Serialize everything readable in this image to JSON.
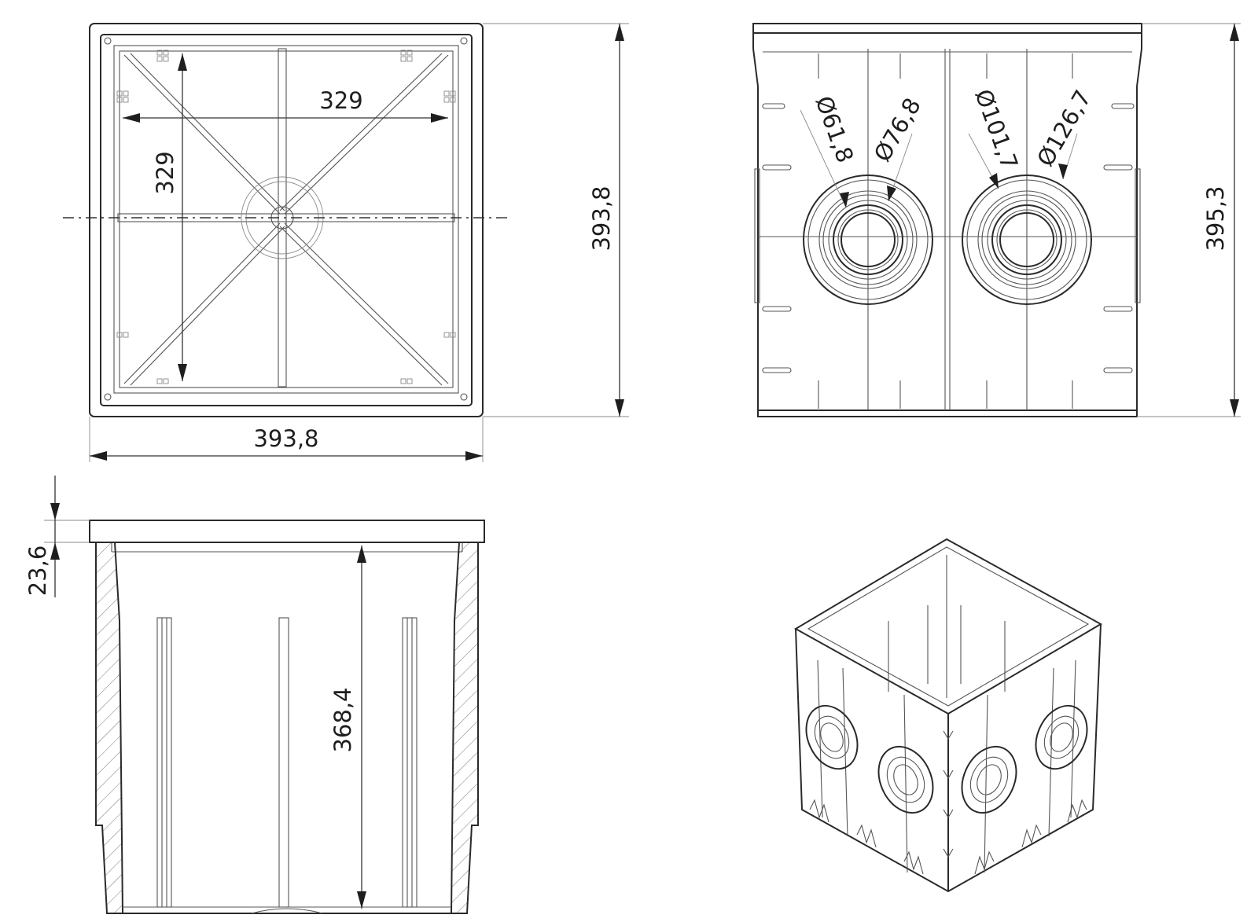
{
  "views": {
    "top": {
      "inner_width": "329",
      "inner_height": "329",
      "overall_width": "393,8",
      "overall_height": "393,8"
    },
    "front": {
      "height": "395,3",
      "diameters": [
        "Ø61,8",
        "Ø76,8",
        "Ø101,7",
        "Ø126,7"
      ]
    },
    "section": {
      "rim_height": "23,6",
      "inner_depth": "368,4"
    }
  }
}
